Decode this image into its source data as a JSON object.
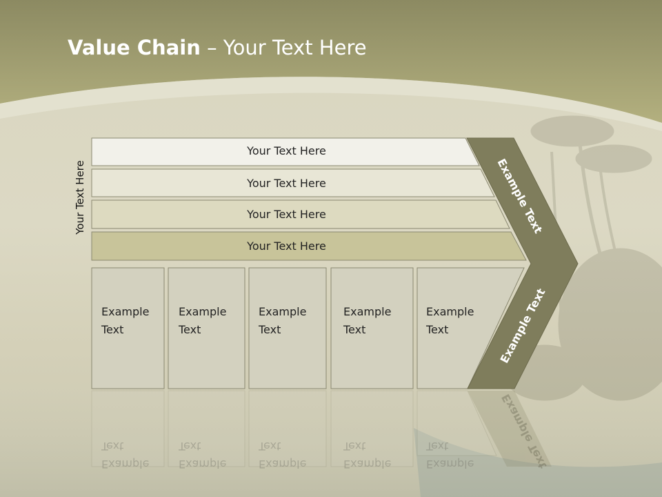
{
  "slide": {
    "title_bold": "Value Chain",
    "title_rest": " – Your Text Here",
    "side_label": "Your Text Here"
  },
  "rows": [
    {
      "label": "Your Text Here",
      "fill": "#f2f1ea"
    },
    {
      "label": "Your Text Here",
      "fill": "#e8e6d6"
    },
    {
      "label": "Your Text Here",
      "fill": "#dddac0"
    },
    {
      "label": "Your Text Here",
      "fill": "#c8c49a"
    }
  ],
  "columns": [
    {
      "line1": "Example",
      "line2": "Text"
    },
    {
      "line1": "Example",
      "line2": "Text"
    },
    {
      "line1": "Example",
      "line2": "Text"
    },
    {
      "line1": "Example",
      "line2": "Text"
    },
    {
      "line1": "Example",
      "line2": "Text"
    }
  ],
  "chevron": {
    "upper_label": "Example Text",
    "lower_label": "Example Text"
  },
  "colors": {
    "header_band": "#a9a677",
    "chevron_fill": "#7f7d5c",
    "column_fill": "#d3d1bf",
    "outline": "#8a8870"
  }
}
